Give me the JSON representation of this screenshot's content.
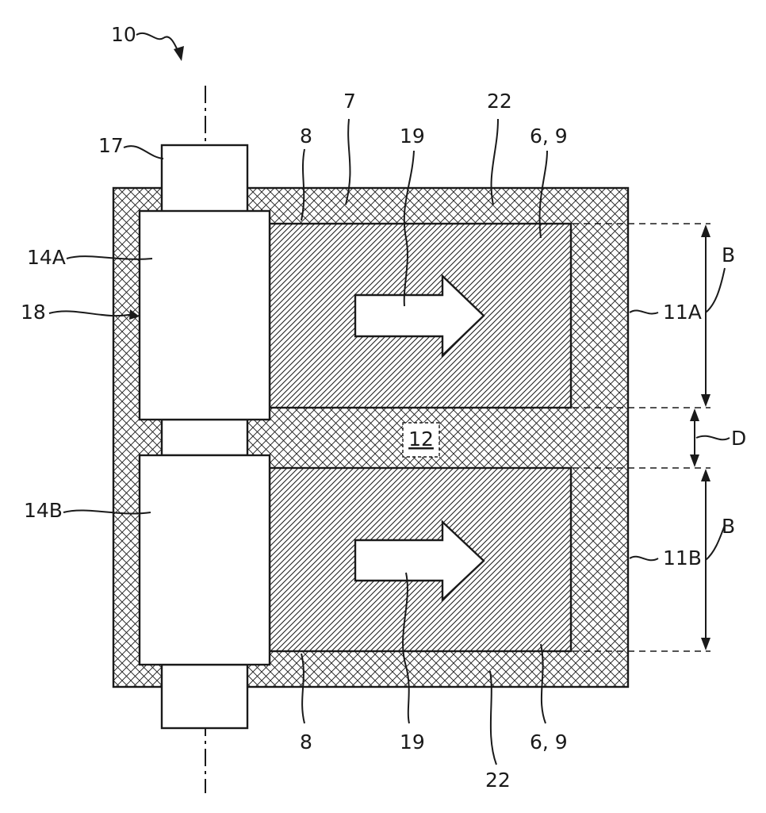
{
  "figure_ref": "10",
  "labels": {
    "l7": "7",
    "l8_top": "8",
    "l8_bottom": "8",
    "l22_top": "22",
    "l22_bottom": "22",
    "l19_top": "19",
    "l19_bottom": "19",
    "l69_top": "6, 9",
    "l69_bottom": "6, 9",
    "l17": "17",
    "l14A": "14A",
    "l14B": "14B",
    "l18": "18",
    "l11A": "11A",
    "l11B": "11B",
    "l12": "12",
    "lB_top": "B",
    "lB_bottom": "B",
    "lD": "D"
  },
  "icons": {
    "arrow_upper": "right-arrow-icon",
    "arrow_lower": "right-arrow-icon",
    "figure_pointer": "wavy-arrow-icon"
  },
  "colors": {
    "line": "#1a1a1a",
    "background": "#ffffff"
  }
}
